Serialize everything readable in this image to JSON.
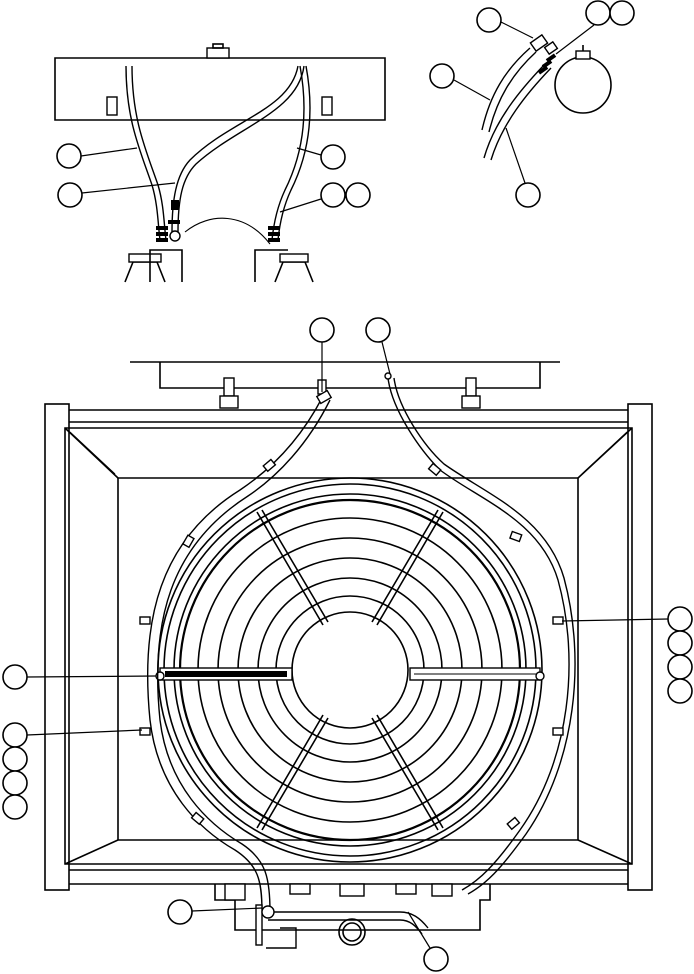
{
  "figure": {
    "type": "exploded-parts-diagram",
    "background": "#ffffff",
    "line_color": "#000000",
    "callout_style": "empty-balloon"
  },
  "views": [
    {
      "id": "detail-tank-hoses"
    },
    {
      "id": "detail-tank-fitting"
    },
    {
      "id": "main-radiator-fan-guard"
    }
  ]
}
